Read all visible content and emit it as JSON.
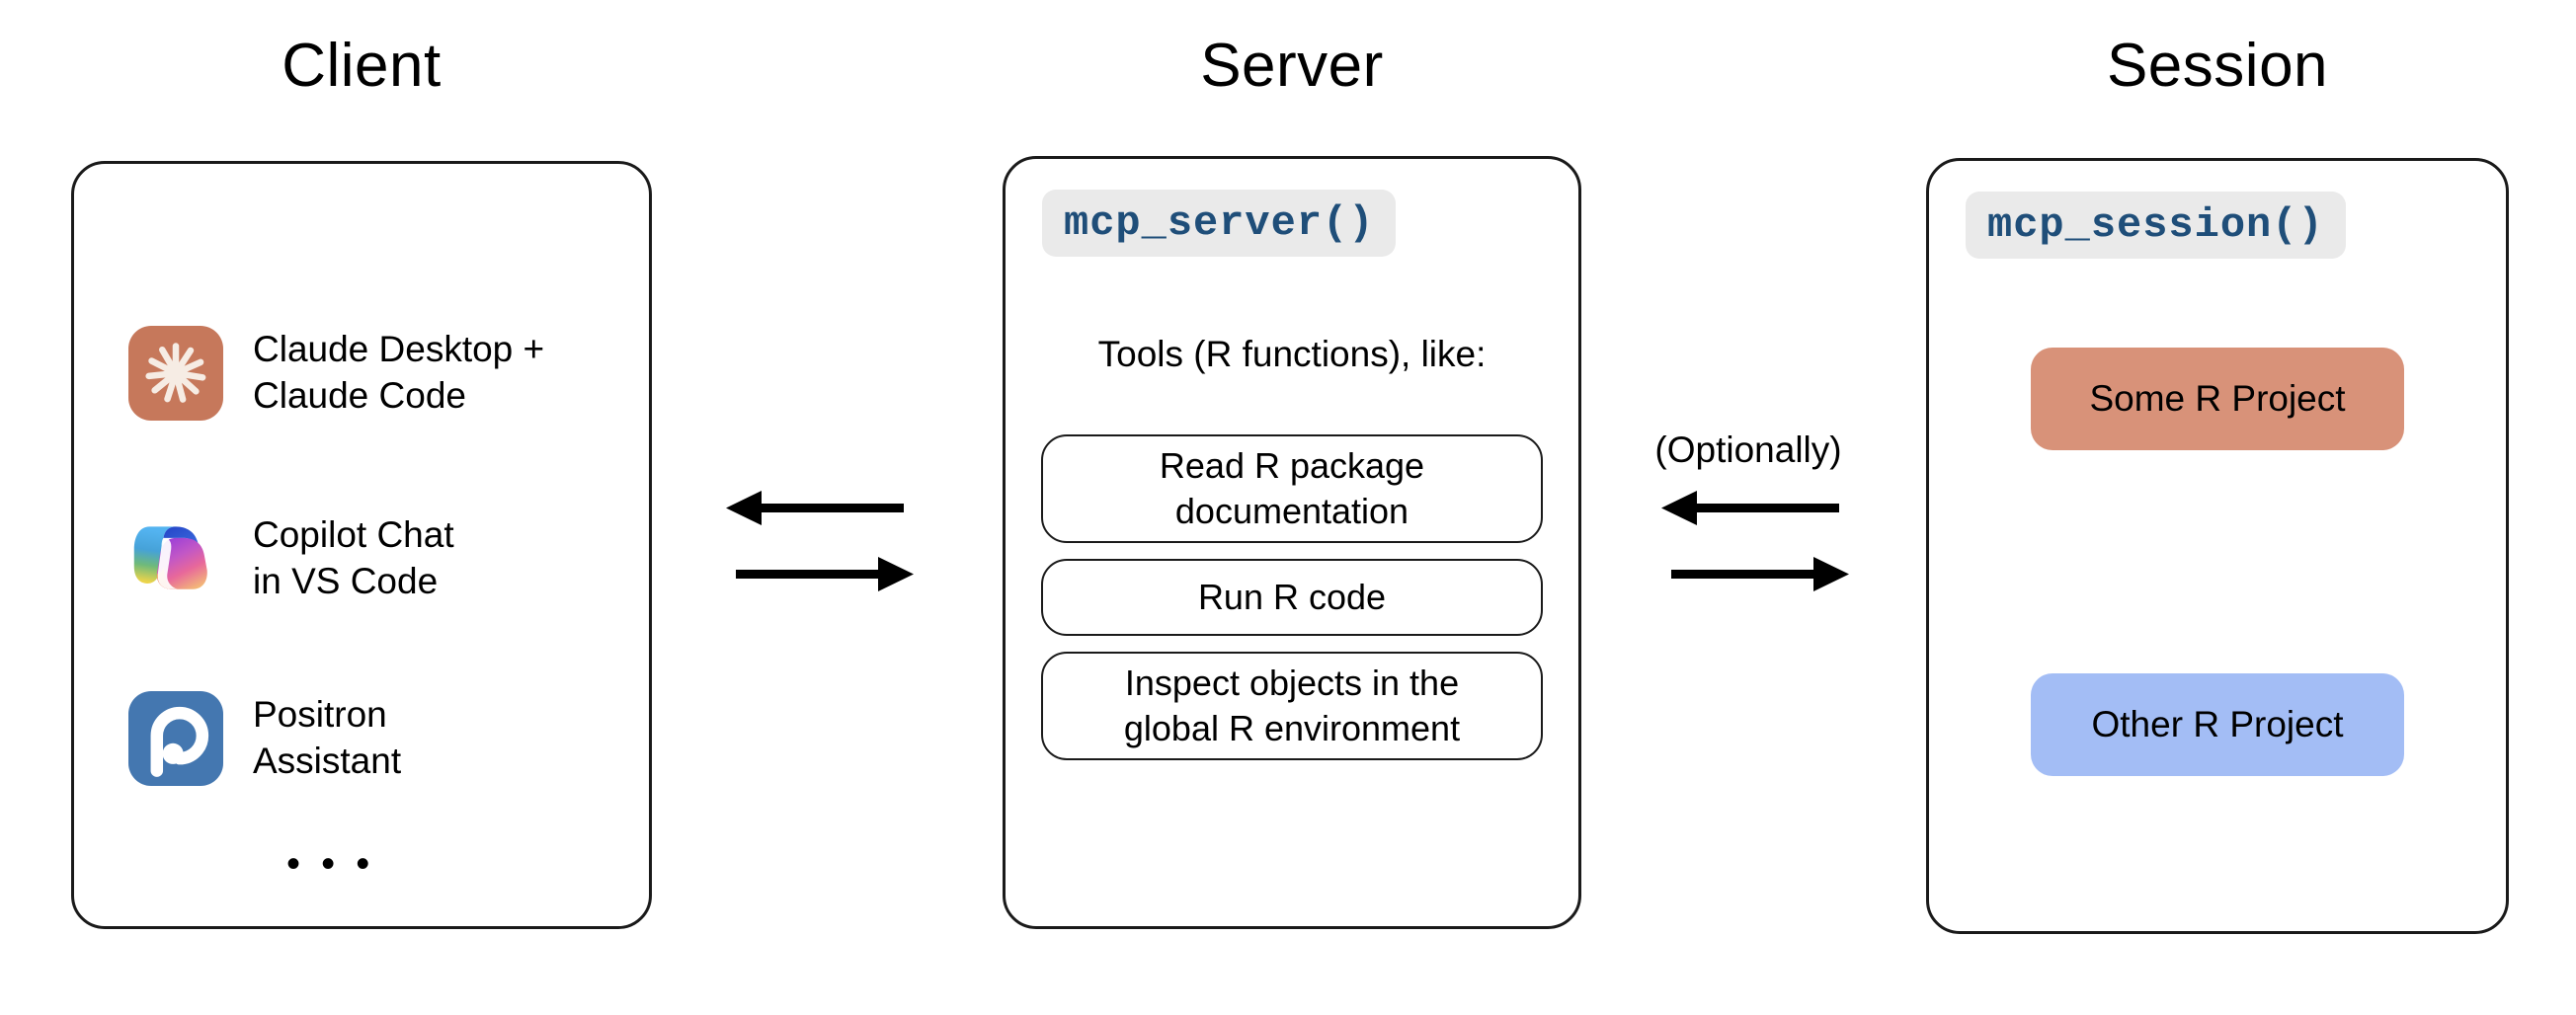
{
  "columns": {
    "client": {
      "title": "Client"
    },
    "server": {
      "title": "Server"
    },
    "session": {
      "title": "Session"
    }
  },
  "client": {
    "items": [
      {
        "icon": "claude-icon",
        "label": "Claude Desktop +\nClaude Code"
      },
      {
        "icon": "copilot-icon",
        "label": "Copilot Chat\nin VS Code"
      },
      {
        "icon": "positron-icon",
        "label": "Positron\nAssistant"
      }
    ],
    "ellipsis": "• • •"
  },
  "server": {
    "code_label": "mcp_server()",
    "tools_caption": "Tools (R functions), like:",
    "tools": [
      "Read R package\ndocumentation",
      "Run R code",
      "Inspect objects in the\nglobal R environment"
    ]
  },
  "session": {
    "code_label": "mcp_session()",
    "projects": [
      {
        "label": "Some R Project",
        "color": "#d89279"
      },
      {
        "label": "Other R Project",
        "color": "#a3bdf5"
      }
    ]
  },
  "connectors": {
    "client_server": {
      "top_direction": "left",
      "bottom_direction": "right"
    },
    "server_session": {
      "caption": "(Optionally)",
      "top_direction": "left",
      "bottom_direction": "right"
    }
  },
  "colors": {
    "code_text": "#1f4e79",
    "code_chip_bg": "#eaeaea",
    "panel_border": "#1a1a1a",
    "claude_orange": "#c6785b",
    "positron_blue": "#4477b0",
    "project_salmon": "#d89279",
    "project_blue": "#a3bdf5"
  }
}
